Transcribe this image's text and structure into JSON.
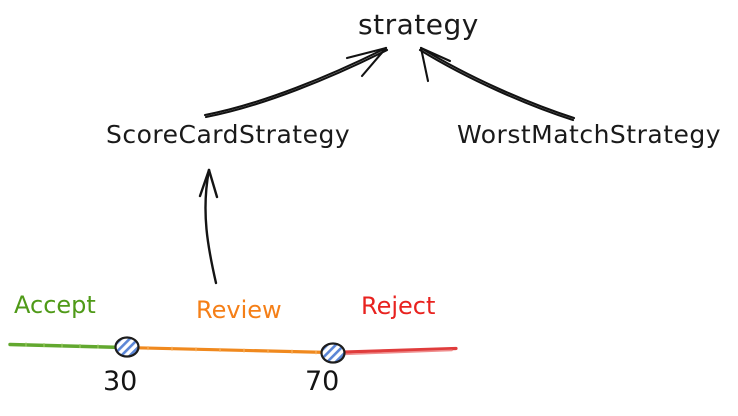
{
  "diagram": {
    "title": "strategy class hierarchy with score band threshold line",
    "background": "#ffffff",
    "nodes": [
      {
        "id": "strategy",
        "label": "strategy"
      },
      {
        "id": "scorecard",
        "label": "ScoreCardStrategy"
      },
      {
        "id": "worstmatch",
        "label": "WorstMatchStrategy"
      }
    ],
    "edges": [
      {
        "from": "ScoreCardStrategy",
        "to": "strategy",
        "style": "curved-arrow"
      },
      {
        "from": "WorstMatchStrategy",
        "to": "strategy",
        "style": "curved-arrow"
      },
      {
        "from": "score-line",
        "to": "ScoreCardStrategy",
        "style": "curved-arrow"
      }
    ],
    "ink_color": "#111111"
  },
  "score_line": {
    "bands": [
      {
        "name": "accept",
        "label": "Accept",
        "color": "#4f9a18",
        "line_color": "#62a82f"
      },
      {
        "name": "review",
        "label": "Review",
        "color": "#f57f17",
        "line_color": "#f0891e"
      },
      {
        "name": "reject",
        "label": "Reject",
        "color": "#e8221f",
        "line_color": "#e03c3c"
      }
    ],
    "thresholds": [
      {
        "value": "30",
        "marker": "hatched-circle"
      },
      {
        "value": "70",
        "marker": "hatched-circle"
      }
    ],
    "marker_fill": "#ffffff",
    "marker_hatch_color": "#5b86d6",
    "marker_stroke": "#1d1d1d"
  }
}
